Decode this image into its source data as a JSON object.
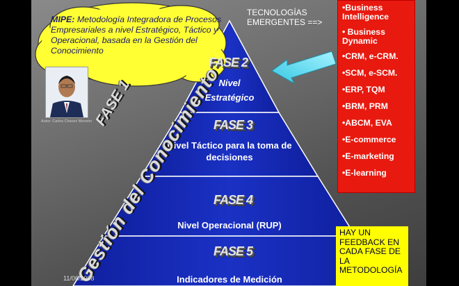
{
  "cloud": {
    "lead": "MIPE:",
    "text": " Metodología  Integradora de Procesos Empresariales a nivel Estratégico, Táctico y Operacional,  basada en la Gestión del Conocimiento"
  },
  "author": {
    "caption": "Autor: Carlos  Chavez Monzón"
  },
  "date": "11/06/2008",
  "diagonal": {
    "phase": "FASE 1",
    "title": "Gestión del Conocimiento"
  },
  "tech": {
    "title_line1": "TECNOLOGÍAS",
    "title_line2": "EMERGENTES ==>",
    "items": [
      "•Business Intelligence",
      "• Business Dynamic",
      "•CRM, e-CRM.",
      "•SCM, e-SCM.",
      "•ERP, TQM",
      "•BRM, PRM",
      "•ABCM, EVA",
      "•E-commerce",
      "•E-marketing",
      "•E-learning"
    ]
  },
  "pyramid": {
    "levels": [
      {
        "phase": "FASE 2",
        "line1": "Nivel",
        "line2": "Estratégico"
      },
      {
        "phase": "FASE 3",
        "line1": "Nivel Táctico para la toma de",
        "line2": "decisiones"
      },
      {
        "phase": "FASE 4",
        "line1": "Nivel Operacional (RUP)",
        "line2": ""
      },
      {
        "phase": "FASE 5",
        "line1": "Indicadores de Medición",
        "line2": ""
      }
    ]
  },
  "feedback": {
    "text": "HAY UN FEEDBACK EN CADA FASE DE LA METODOLOGÍA"
  },
  "colors": {
    "pyramid_blue": "#1427b4",
    "tech_red": "#e8190f",
    "cloud_yellow": "#ffff33",
    "feedback_yellow": "#ffff00",
    "arrow_cyan": "#57e0f2"
  }
}
